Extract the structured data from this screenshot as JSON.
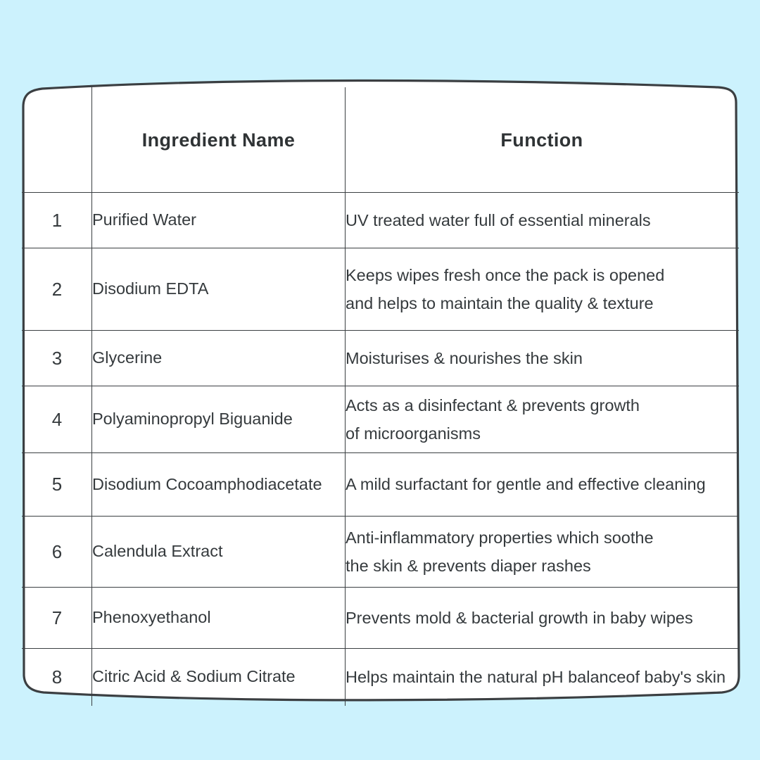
{
  "page": {
    "background_color": "#ccf2fd",
    "card_color": "#ffffff",
    "line_color": "#3b3f42",
    "text_color": "#383d40"
  },
  "table": {
    "columns": [
      {
        "key": "index",
        "label": ""
      },
      {
        "key": "name",
        "label": "Ingredient Name"
      },
      {
        "key": "function",
        "label": "Function"
      }
    ],
    "rows": [
      {
        "index": "1",
        "name": "Purified Water",
        "function_lines": [
          "UV treated water full of essential minerals"
        ]
      },
      {
        "index": "2",
        "name": "Disodium EDTA",
        "function_lines": [
          "Keeps wipes fresh once the pack is opened",
          "and helps to maintain the quality & texture"
        ]
      },
      {
        "index": "3",
        "name": "Glycerine",
        "function_lines": [
          "Moisturises & nourishes the skin"
        ]
      },
      {
        "index": "4",
        "name": "Polyaminopropyl Biguanide",
        "function_lines": [
          "Acts as a disinfectant & prevents growth",
          "of microorganisms"
        ]
      },
      {
        "index": "5",
        "name": "Disodium Cocoamphodiacetate",
        "function_lines": [
          "A mild surfactant for gentle and effective cleaning"
        ]
      },
      {
        "index": "6",
        "name": "Calendula Extract",
        "function_lines": [
          "Anti-inflammatory properties which soothe",
          "the skin & prevents diaper rashes"
        ]
      },
      {
        "index": "7",
        "name": "Phenoxyethanol",
        "function_lines": [
          "Prevents mold & bacterial growth in baby wipes"
        ]
      },
      {
        "index": "8",
        "name": "Citric Acid & Sodium Citrate",
        "function_lines": [
          "Helps maintain the natural pH balanceof baby's skin"
        ]
      }
    ]
  }
}
